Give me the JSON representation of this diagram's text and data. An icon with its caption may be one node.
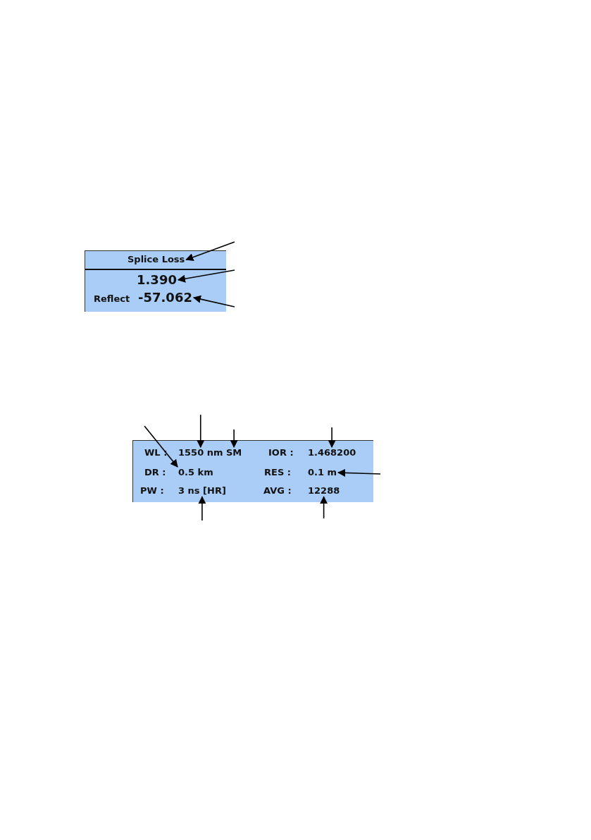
{
  "diagram": {
    "nodes": [
      {
        "text": [],
        "shape": "box"
      },
      {
        "text": [
          "Splice Loss"
        ],
        "in": 0
      },
      {
        "text": [
          "1.390"
        ],
        "in": 0
      },
      {
        "text": [
          "Reflect"
        ],
        "in": 0
      },
      {
        "text": [
          "-57.062"
        ],
        "in": 0
      },
      {
        "text": [],
        "shape": "box"
      },
      {
        "text": [
          "WL :"
        ],
        "in": 5
      },
      {
        "text": [
          "1550 nm"
        ],
        "in": 5
      },
      {
        "text": [
          "SM"
        ],
        "in": 5
      },
      {
        "text": [
          "IOR :"
        ],
        "in": 5
      },
      {
        "text": [
          "1.468200"
        ],
        "in": 5
      },
      {
        "text": [
          "DR :"
        ],
        "in": 5
      },
      {
        "text": [
          "0.5 km"
        ],
        "in": 5
      },
      {
        "text": [
          "RES :"
        ],
        "in": 5
      },
      {
        "text": [
          "0.1 m"
        ],
        "in": 5
      },
      {
        "text": [
          "PW :"
        ],
        "in": 5
      },
      {
        "text": [
          "3 ns [HR]"
        ],
        "in": 5
      },
      {
        "text": [
          "AVG :"
        ],
        "in": 5
      },
      {
        "text": [
          "12288"
        ],
        "in": 5
      }
    ],
    "edges": [
      {
        "from": null,
        "to": 1,
        "arrow": "to"
      },
      {
        "from": null,
        "to": 2,
        "arrow": "to"
      },
      {
        "from": null,
        "to": 4,
        "arrow": "to"
      },
      {
        "from": null,
        "to": 12,
        "arrow": "to"
      },
      {
        "from": null,
        "to": 7,
        "arrow": "to"
      },
      {
        "from": null,
        "to": 8,
        "arrow": "to"
      },
      {
        "from": null,
        "to": 10,
        "arrow": "to"
      },
      {
        "from": null,
        "to": 14,
        "arrow": "to"
      },
      {
        "from": null,
        "to": 16,
        "arrow": "to"
      },
      {
        "from": null,
        "to": 18,
        "arrow": "to"
      }
    ]
  }
}
